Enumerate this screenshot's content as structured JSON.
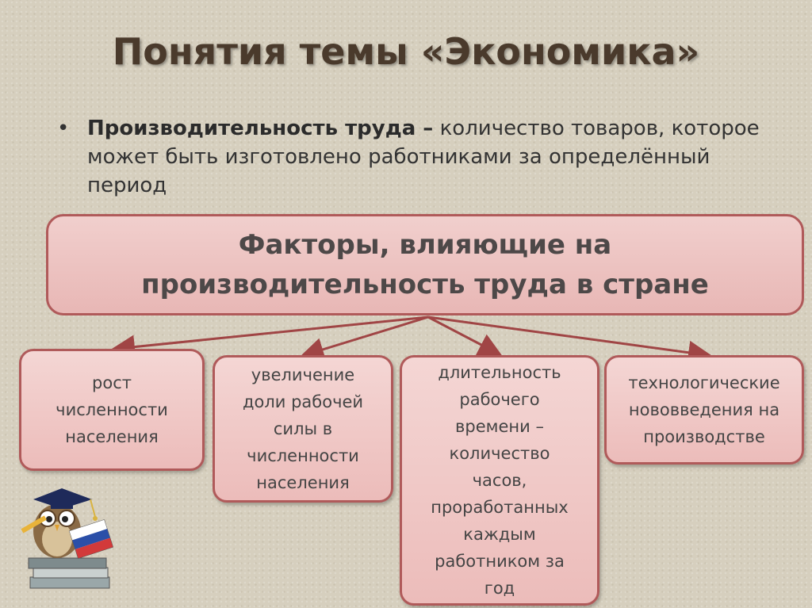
{
  "slide": {
    "title": "Понятия темы «Экономика»",
    "bullet": {
      "term": "Производительность труда –",
      "definition": " количество товаров, которое может быть изготовлено работниками за определённый период"
    }
  },
  "diagram": {
    "root": "Факторы, влияющие на\nпроизводительность труда в стране",
    "factors": [
      {
        "label": "рост\nчисленности\nнаселения"
      },
      {
        "label": "увеличение\nдоли рабочей\nсилы в\nчисленности\nнаселения"
      },
      {
        "label": "длительность\nрабочего\nвремени –\nколичество\nчасов,\nпроработанных\nкаждым\nработником за\nгод"
      },
      {
        "label": "технологические\nнововведения на\nпроизводстве"
      }
    ]
  },
  "colors": {
    "box_border": "#b05a5a",
    "box_fill": "#efc4c2",
    "arrow": "#a04545",
    "title": "#4a3a2c"
  }
}
